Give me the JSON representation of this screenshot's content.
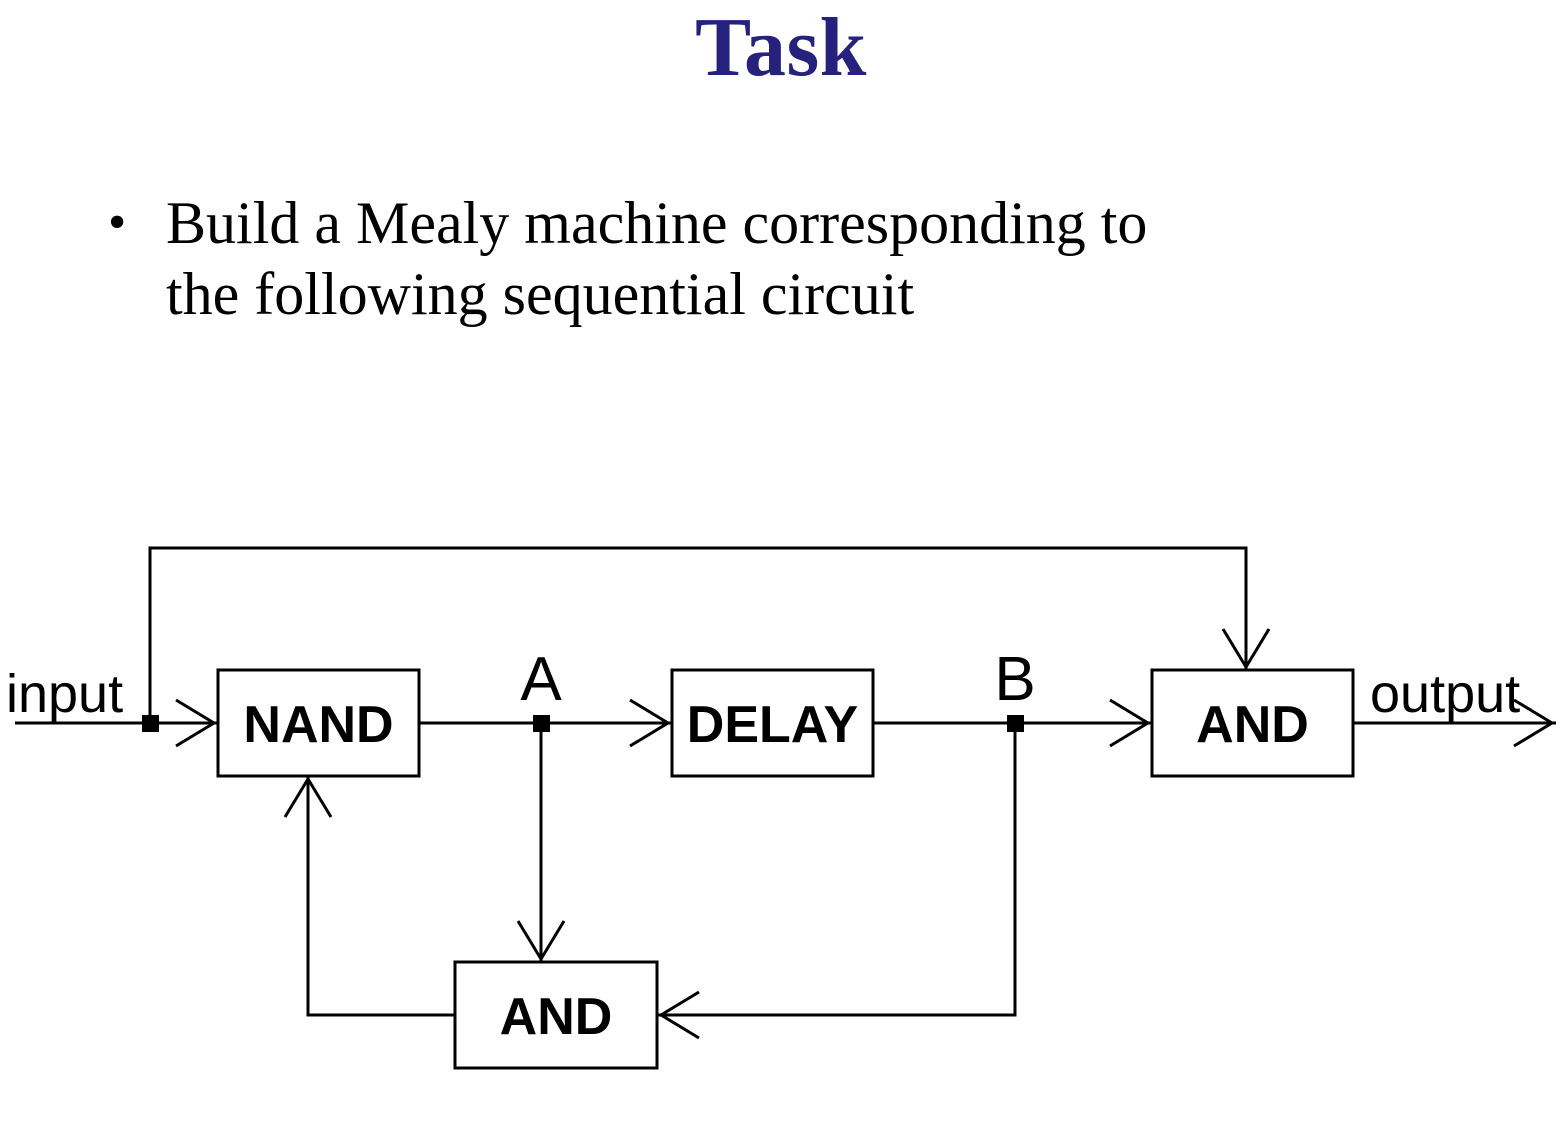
{
  "slide": {
    "title": "Task",
    "title_color": "#26217c",
    "background": "#ffffff",
    "bullets": [
      {
        "marker": "•",
        "line1": "Build a Mealy machine corresponding to",
        "line2": "the following sequential circuit"
      }
    ]
  },
  "diagram": {
    "type": "sequential-circuit-block-diagram",
    "line_color": "#000000",
    "blocks": [
      {
        "id": "nand",
        "label": "NAND"
      },
      {
        "id": "delay",
        "label": "DELAY"
      },
      {
        "id": "and_out",
        "label": "AND"
      },
      {
        "id": "and_fb",
        "label": "AND"
      }
    ],
    "signals": [
      {
        "id": "input",
        "label": "input"
      },
      {
        "id": "a",
        "label": "A"
      },
      {
        "id": "b",
        "label": "B"
      },
      {
        "id": "output",
        "label": "output"
      }
    ]
  }
}
